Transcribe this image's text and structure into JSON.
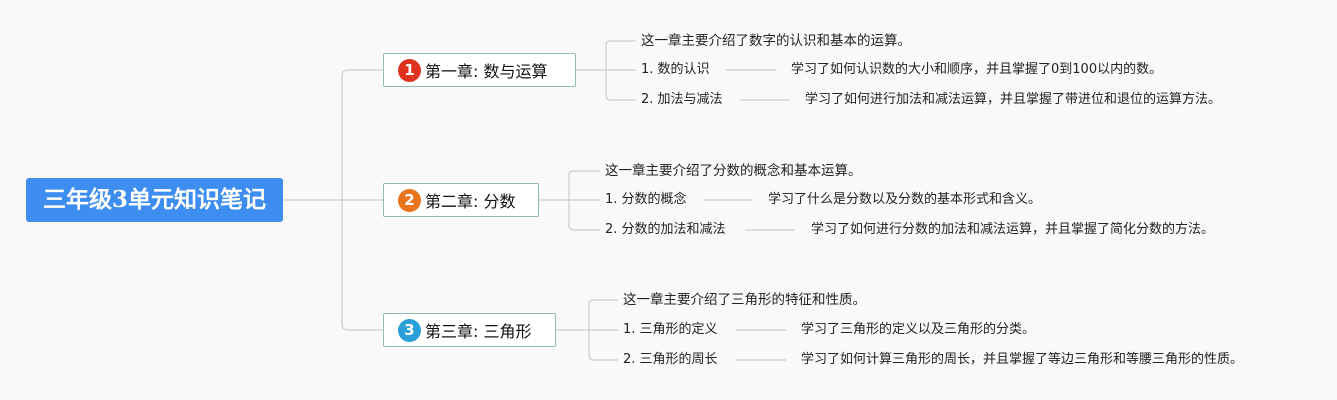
{
  "root": {
    "title": "三年级3单元知识笔记"
  },
  "chapters": [
    {
      "badge": "1",
      "badge_color": "#e0331f",
      "title": "第一章: 数与运算",
      "intro": "这一章主要介绍了数字的认识和基本的运算。",
      "items": [
        {
          "label": "1. 数的认识",
          "desc": "学习了如何认识数的大小和顺序，并且掌握了0到100以内的数。"
        },
        {
          "label": "2. 加法与减法",
          "desc": "学习了如何进行加法和减法运算，并且掌握了带进位和退位的运算方法。"
        }
      ]
    },
    {
      "badge": "2",
      "badge_color": "#e8741e",
      "title": "第二章: 分数",
      "intro": "这一章主要介绍了分数的概念和基本运算。",
      "items": [
        {
          "label": "1. 分数的概念",
          "desc": "学习了什么是分数以及分数的基本形式和含义。"
        },
        {
          "label": "2. 分数的加法和减法",
          "desc": "学习了如何进行分数的加法和减法运算，并且掌握了简化分数的方法。"
        }
      ]
    },
    {
      "badge": "3",
      "badge_color": "#2a9fd8",
      "title": "第三章: 三角形",
      "intro": "这一章主要介绍了三角形的特征和性质。",
      "items": [
        {
          "label": "1. 三角形的定义",
          "desc": "学习了三角形的定义以及三角形的分类。"
        },
        {
          "label": "2. 三角形的周长",
          "desc": "学习了如何计算三角形的周长，并且掌握了等边三角形和等腰三角形的性质。"
        }
      ]
    }
  ]
}
